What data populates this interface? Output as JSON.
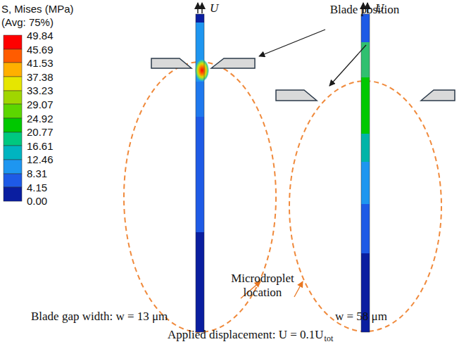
{
  "diagram": {
    "labels": [
      "S, Mises (MPa)",
      "(Avg: 75%)",
      "49.84",
      "45.69",
      "41.53",
      "37.38",
      "33.23",
      "29.07",
      "24.92",
      "20.77",
      "16.61",
      "12.46",
      "8.31",
      "4.15",
      "0.00",
      "U",
      "U",
      "Blade position",
      "Microdroplet location",
      "Blade gap width: w = 13 μm",
      "w = 58 μm",
      "Applied displacement: U = 0.1U",
      "tot"
    ]
  }
}
